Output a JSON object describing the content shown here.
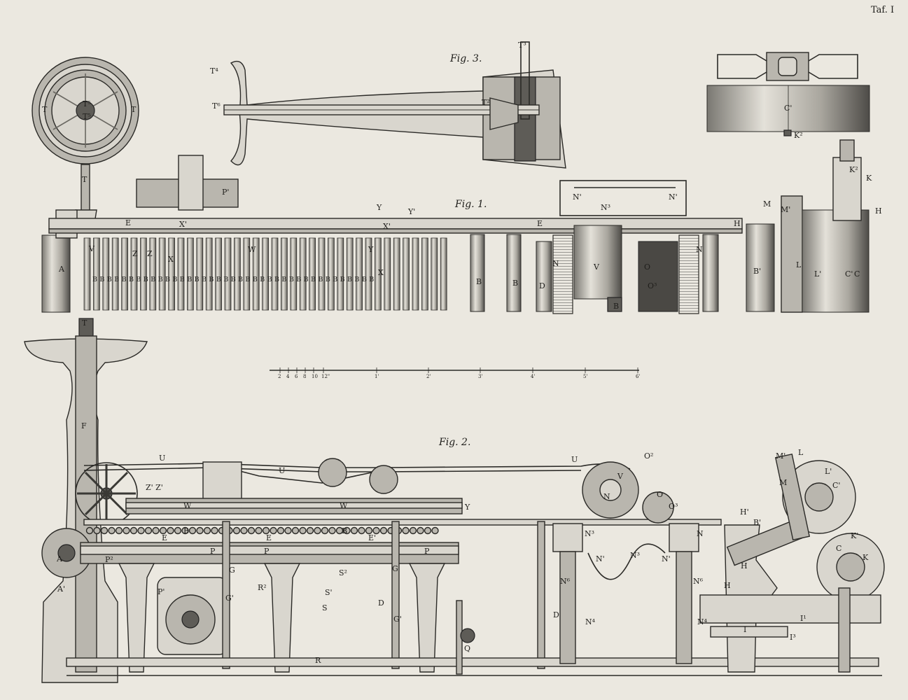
{
  "plate_number": "Taf. I",
  "figures": {
    "fig1": {
      "caption": "Fig. 1."
    },
    "fig2": {
      "caption": "Fig. 2."
    },
    "fig3": {
      "caption": "Fig. 3."
    }
  },
  "scale_bar": {
    "ticks": [
      "2",
      "4",
      "6",
      "8",
      "10",
      "12\"",
      "1'",
      "2'",
      "3'",
      "4'",
      "5'",
      "6'"
    ]
  },
  "labels": {
    "fig3": [
      "T³",
      "T⁴",
      "T⁶",
      "T²"
    ],
    "wheel": [
      "T⁵",
      "T⁵",
      "T",
      "T"
    ],
    "cinset": [
      "C'",
      "K²"
    ],
    "fig1": [
      "A",
      "E",
      "E",
      "X'",
      "Y",
      "Y'",
      "X'",
      "X",
      "X",
      "V",
      "W",
      "Y",
      "Z",
      "Z",
      "P'",
      "N'",
      "N³",
      "N'",
      "N",
      "N",
      "V",
      "O",
      "O³",
      "D",
      "B",
      "B",
      "B",
      "B'",
      "L",
      "L'",
      "C'",
      "C",
      "K",
      "K²",
      "H",
      "H",
      "M",
      "M'",
      "T"
    ],
    "fig1_b_row": "B B B B B B B B B B B B B B B B B B B B B B B B B B B B B B B B B B B B B B B",
    "fig2": [
      "T",
      "F",
      "U",
      "U",
      "U",
      "Z' Z'",
      "W",
      "W",
      "Y",
      "V",
      "O²",
      "O",
      "O³",
      "N³",
      "N³",
      "N",
      "N",
      "N'",
      "N'",
      "N⁶",
      "N⁶",
      "N⁴",
      "N⁴",
      "B",
      "B",
      "E",
      "E",
      "E'",
      "P",
      "P",
      "P",
      "P²",
      "P'",
      "G",
      "G",
      "G'",
      "G'",
      "D",
      "D",
      "S",
      "S'",
      "S²",
      "R",
      "R²",
      "Q",
      "A",
      "A'",
      "H",
      "H'",
      "H",
      "I",
      "I¹",
      "I³",
      "K",
      "K'",
      "L",
      "L'",
      "M",
      "M'",
      "C",
      "C'",
      "B'"
    ]
  }
}
